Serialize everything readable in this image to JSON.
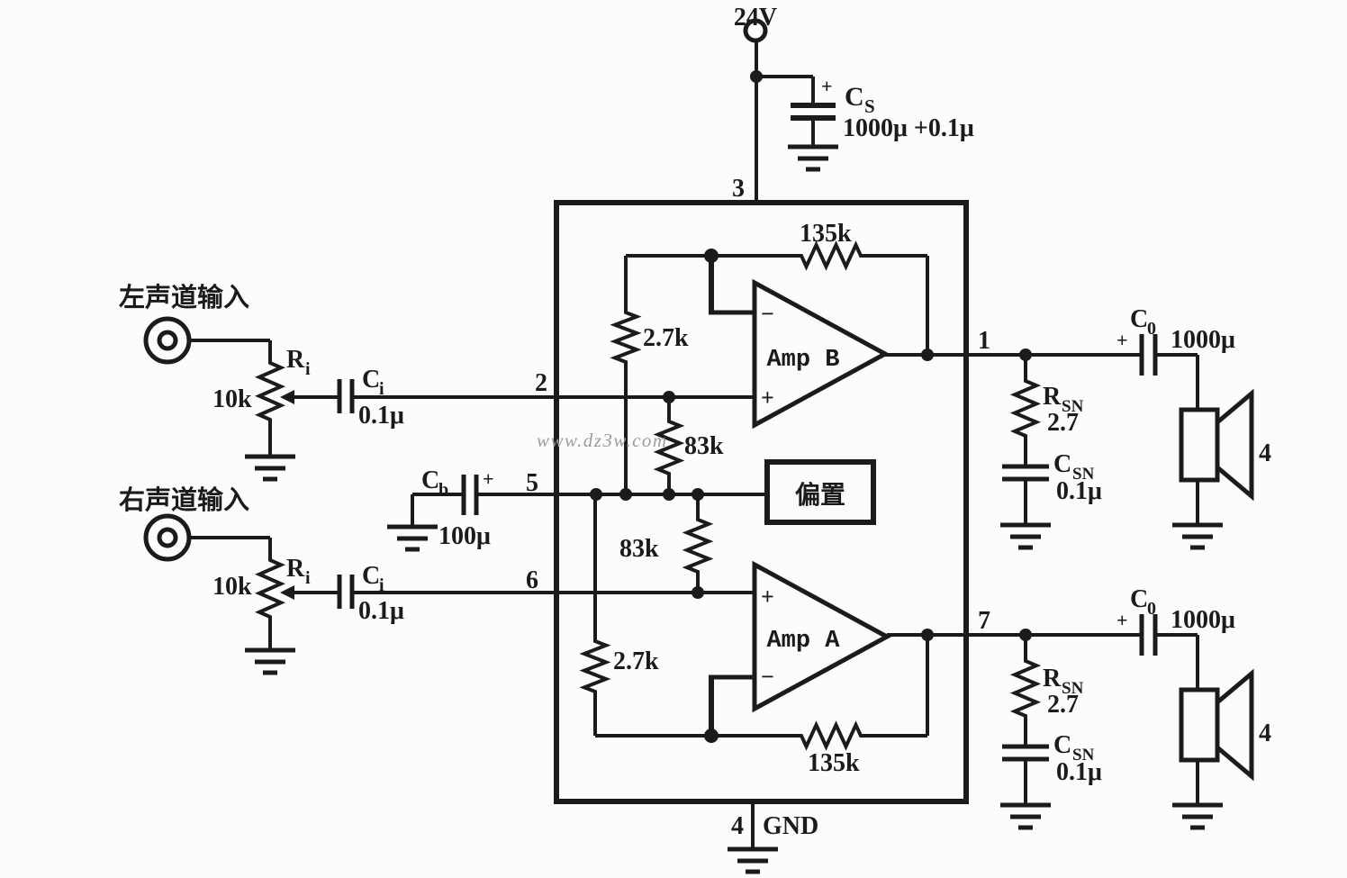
{
  "watermark": "www.dz3w.com",
  "power": {
    "voltage": "24V",
    "cap": {
      "name": "C",
      "sub": "S",
      "plus": "+",
      "value": "1000μ +0.1μ"
    }
  },
  "ic": {
    "pins": {
      "p1": "1",
      "p2": "2",
      "p3": "3",
      "p4": "4",
      "p5": "5",
      "p6": "6",
      "p7": "7",
      "gnd": "GND"
    },
    "amp_b": {
      "label": "Amp B",
      "inv": "−",
      "noninv": "+"
    },
    "amp_a": {
      "label": "Amp A",
      "inv": "−",
      "noninv": "+"
    },
    "bias_label": "偏置",
    "resistors": {
      "fb_top": "135k",
      "fb_bottom": "135k",
      "r27_top": "2.7k",
      "r27_bottom": "2.7k",
      "r83_top": "83k",
      "r83_bottom": "83k"
    }
  },
  "inputs": {
    "left": {
      "label": "左声道输入",
      "pot_value": "10k",
      "pot": {
        "name": "R",
        "sub": "i"
      },
      "cap": {
        "name": "C",
        "sub": "i",
        "value": "0.1μ"
      }
    },
    "right": {
      "label": "右声道输入",
      "pot_value": "10k",
      "pot": {
        "name": "R",
        "sub": "i"
      },
      "cap": {
        "name": "C",
        "sub": "i",
        "value": "0.1μ"
      }
    }
  },
  "bias_cap": {
    "name": "C",
    "sub": "b",
    "plus": "+",
    "value": "100μ"
  },
  "outputs": {
    "top": {
      "rsn": {
        "name": "R",
        "sub": "SN",
        "value": "2.7"
      },
      "csn": {
        "name": "C",
        "sub": "SN",
        "value": "0.1μ"
      },
      "c0": {
        "name": "C",
        "sub": "0",
        "plus": "+",
        "value": "1000μ"
      },
      "speaker_impedance": "4"
    },
    "bottom": {
      "rsn": {
        "name": "R",
        "sub": "SN",
        "value": "2.7"
      },
      "csn": {
        "name": "C",
        "sub": "SN",
        "value": "0.1μ"
      },
      "c0": {
        "name": "C",
        "sub": "0",
        "plus": "+",
        "value": "1000μ"
      },
      "speaker_impedance": "4"
    }
  },
  "colors": {
    "line": "#1b1b1b",
    "background": "#fcfcfa",
    "watermark": "#9c9c9c"
  }
}
